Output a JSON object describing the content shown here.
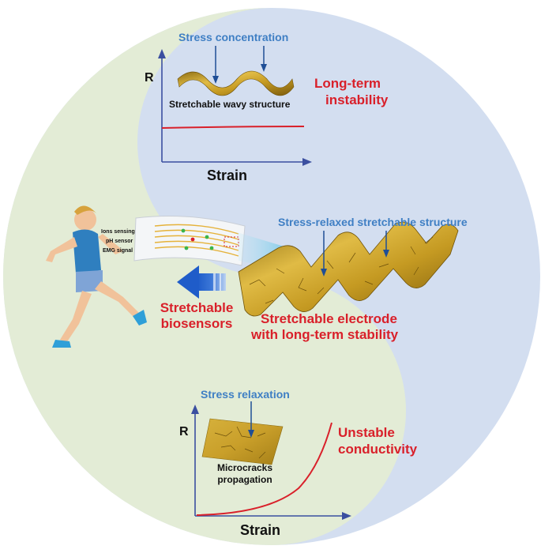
{
  "colors": {
    "left_half": "#e3ecd6",
    "right_half": "#d3def0",
    "accent_blue": "#3f7fc4",
    "accent_red": "#d9202a",
    "gold": "#c9a227"
  },
  "top_panel": {
    "axis_y": "R",
    "axis_x": "Strain",
    "callout": "Stress concentration",
    "structure_label": "Stretchable wavy structure",
    "issue": [
      "Long-term",
      "instability"
    ]
  },
  "middle_panel": {
    "structure_callout": "Stress-relaxed stretchable structure",
    "application": [
      "Stretchable",
      "biosensors"
    ],
    "electrode": [
      "Stretchable electrode",
      "with long-term stability"
    ],
    "sensor_labels": [
      "Ions sensing",
      "pH sensor",
      "EMG signal"
    ]
  },
  "bottom_panel": {
    "axis_y": "R",
    "axis_x": "Strain",
    "callout": "Stress relaxation",
    "structure_label": [
      "Microcracks",
      "propagation"
    ],
    "issue": [
      "Unstable",
      "conductivity"
    ]
  }
}
